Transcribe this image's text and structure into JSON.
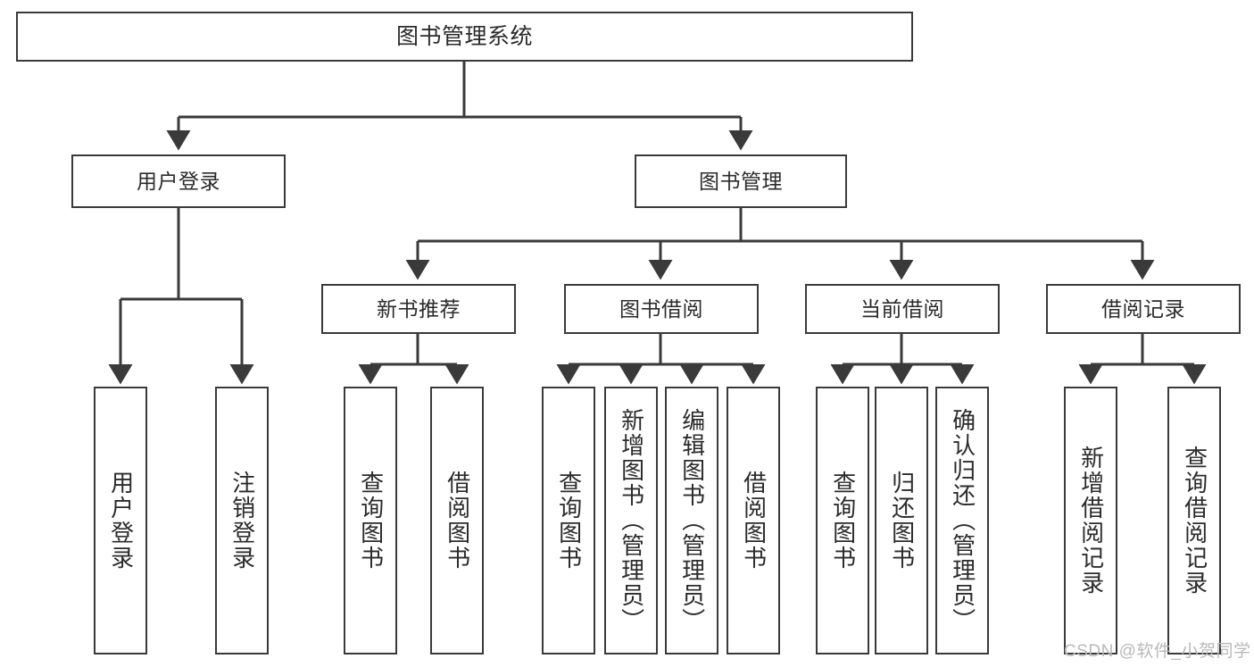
{
  "diagram": {
    "type": "tree-hierarchy",
    "title": "图书管理系统",
    "root": {
      "label": "图书管理系统"
    },
    "level1": [
      {
        "label": "用户登录"
      },
      {
        "label": "图书管理"
      }
    ],
    "level2": [
      {
        "label": "新书推荐"
      },
      {
        "label": "图书借阅"
      },
      {
        "label": "当前借阅"
      },
      {
        "label": "借阅记录"
      }
    ],
    "leaves": {
      "user_login": [
        {
          "label": "用户登录"
        },
        {
          "label": "注销登录"
        }
      ],
      "new_book_recommend": [
        {
          "label": "查询图书"
        },
        {
          "label": "借阅图书"
        }
      ],
      "book_borrow": [
        {
          "label": "查询图书"
        },
        {
          "label": "新增图书（管理员）"
        },
        {
          "label": "编辑图书（管理员）"
        },
        {
          "label": "借阅图书"
        }
      ],
      "current_borrow": [
        {
          "label": "查询图书"
        },
        {
          "label": "归还图书"
        },
        {
          "label": "确认归还（管理员）"
        }
      ],
      "borrow_record": [
        {
          "label": "新增借阅记录"
        },
        {
          "label": "查询借阅记录"
        }
      ]
    }
  },
  "watermark": {
    "text": "CSDN @软件_小贺同学"
  },
  "colors": {
    "box_border": "#3a3a3a",
    "box_fill": "#ffffff",
    "text": "#2b2b2b",
    "connector": "#3a3a3a",
    "watermark": "#b9b9b9",
    "background": "#ffffff"
  }
}
